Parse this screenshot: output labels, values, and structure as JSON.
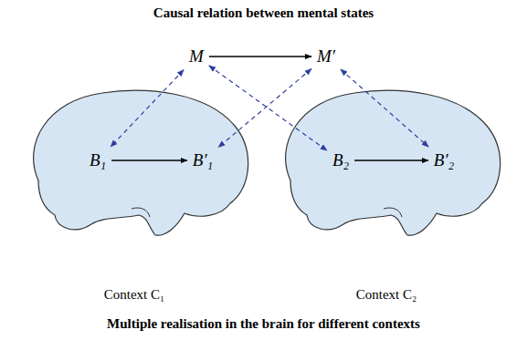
{
  "diagram": {
    "title": "Causal relation between mental states",
    "caption": "Multiple realisation in the brain for different contexts",
    "nodes": [
      {
        "text": [
          "M"
        ]
      },
      {
        "text": [
          "M′"
        ]
      },
      {
        "text": [
          "Context C₁"
        ]
      },
      {
        "text": [
          "B₁"
        ],
        "in": 2
      },
      {
        "text": [
          "B′₁"
        ],
        "in": 2
      },
      {
        "text": [
          "Context C₂"
        ]
      },
      {
        "text": [
          "B₂"
        ],
        "in": 5
      },
      {
        "text": [
          "B′₂"
        ],
        "in": 5
      }
    ],
    "edges": [
      {
        "from": 0,
        "to": 1,
        "arrow": "to"
      },
      {
        "from": 0,
        "to": 3,
        "arrow": "both"
      },
      {
        "from": 0,
        "to": 6,
        "arrow": "both"
      },
      {
        "from": 1,
        "to": 4,
        "arrow": "both"
      },
      {
        "from": 1,
        "to": 7,
        "arrow": "both"
      },
      {
        "from": 3,
        "to": 4,
        "arrow": "to"
      },
      {
        "from": 6,
        "to": 7,
        "arrow": "to"
      }
    ]
  }
}
